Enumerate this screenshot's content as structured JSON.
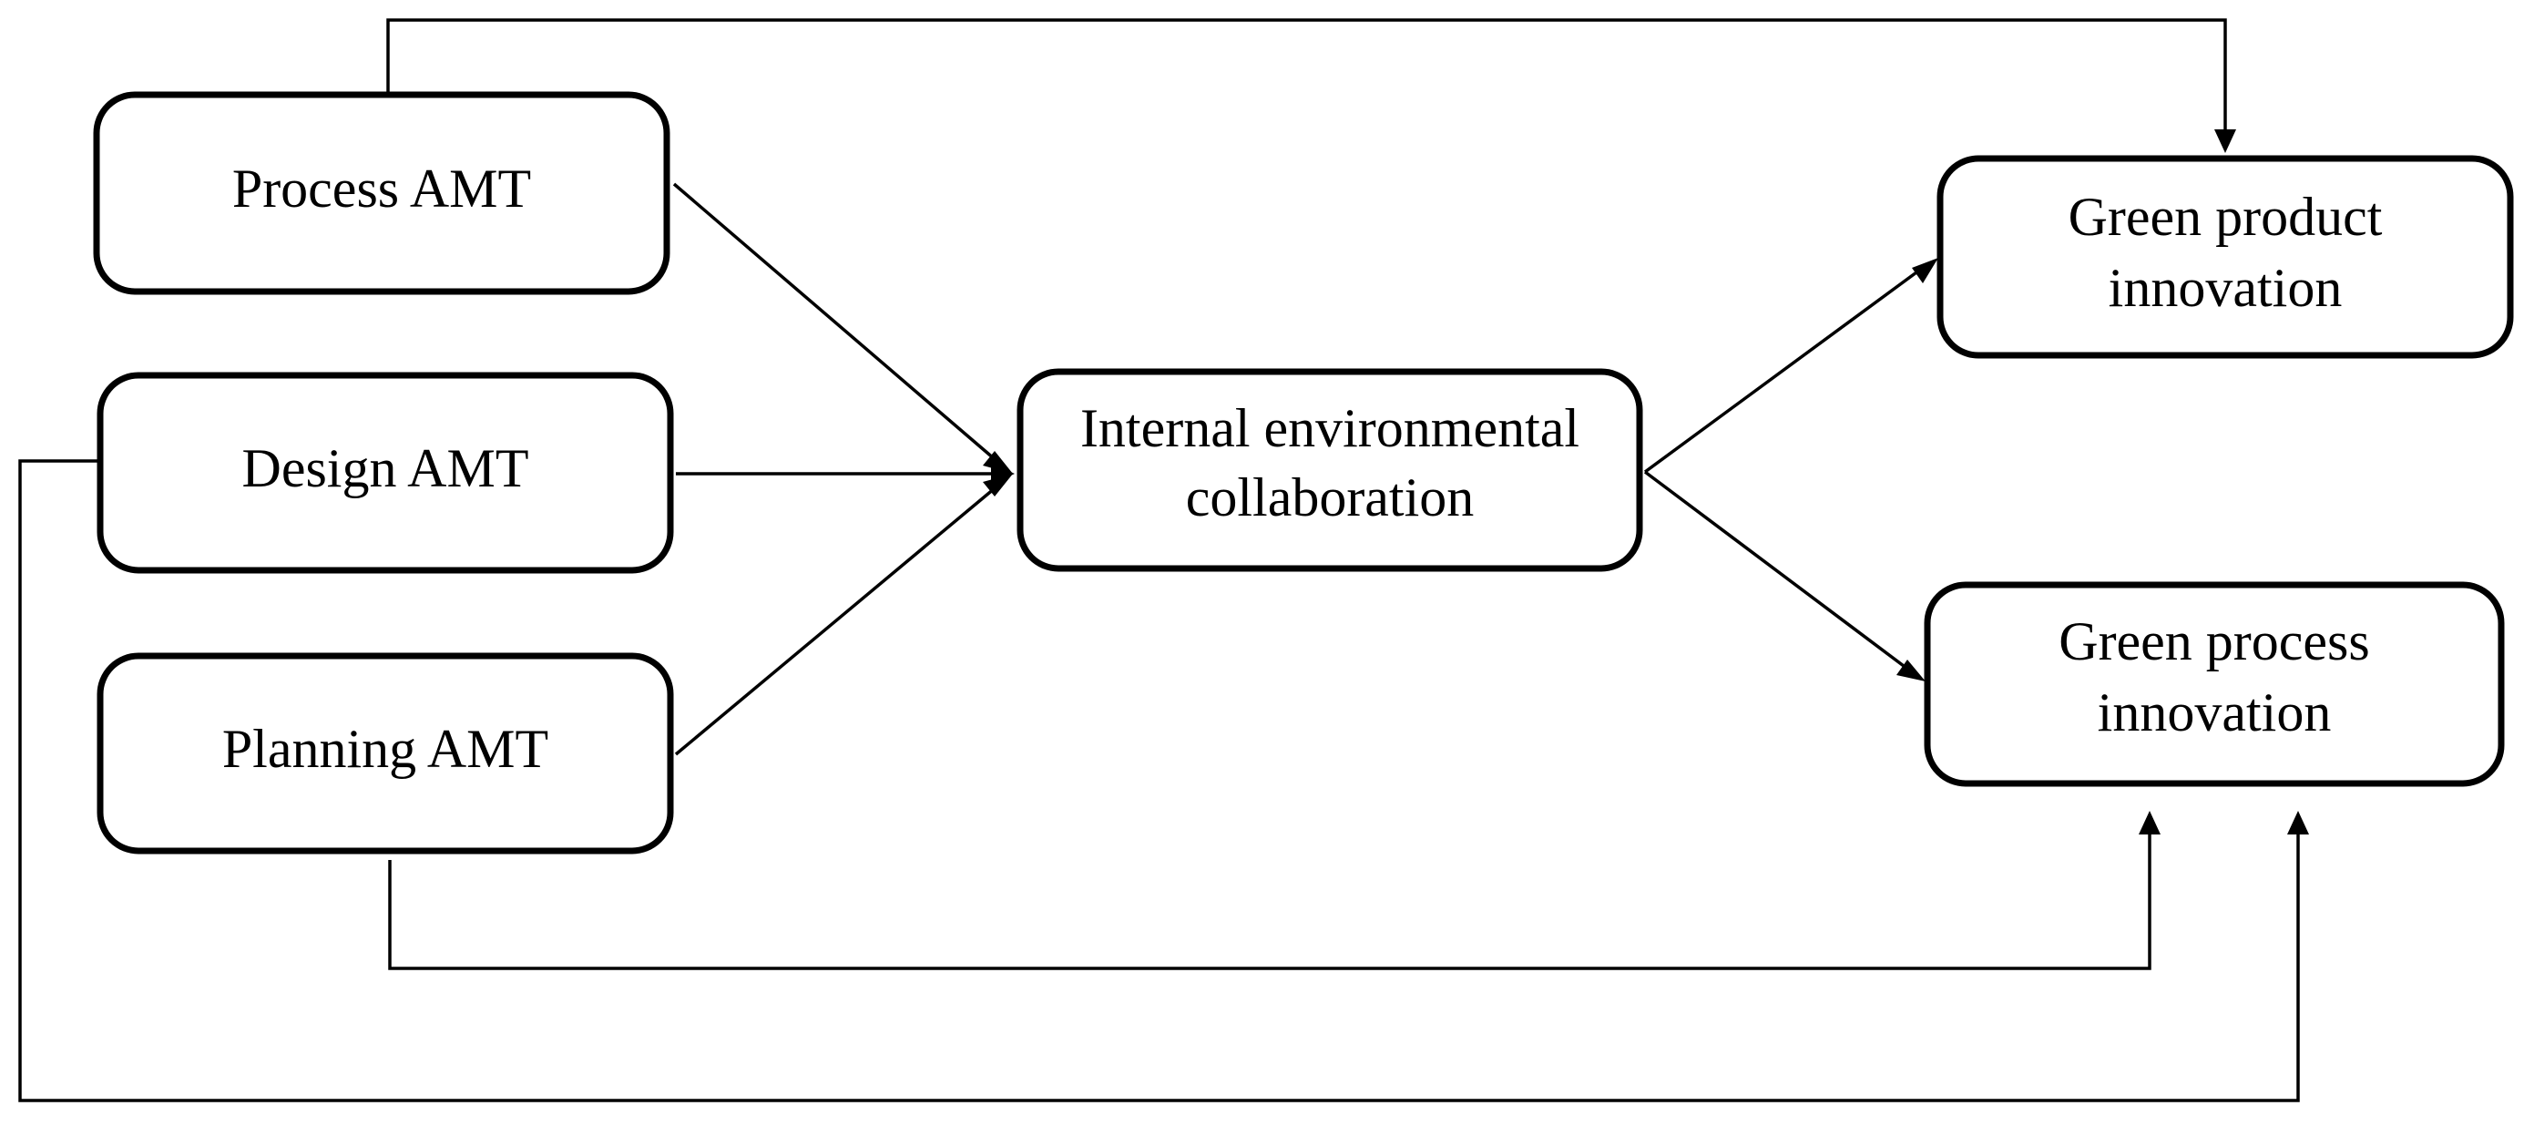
{
  "diagram": {
    "nodes": {
      "process_amt": {
        "lines": [
          "Process AMT"
        ]
      },
      "design_amt": {
        "lines": [
          "Design AMT"
        ]
      },
      "planning_amt": {
        "lines": [
          "Planning AMT"
        ]
      },
      "internal_env_collab": {
        "lines": [
          "Internal environmental",
          "collaboration"
        ]
      },
      "green_product": {
        "lines": [
          "Green product",
          "innovation"
        ]
      },
      "green_process": {
        "lines": [
          "Green process",
          "innovation"
        ]
      }
    },
    "edges": [
      {
        "from": "process_amt",
        "to": "internal_env_collab"
      },
      {
        "from": "design_amt",
        "to": "internal_env_collab"
      },
      {
        "from": "planning_amt",
        "to": "internal_env_collab"
      },
      {
        "from": "internal_env_collab",
        "to": "green_product"
      },
      {
        "from": "internal_env_collab",
        "to": "green_process"
      },
      {
        "from": "process_amt",
        "to": "green_product"
      },
      {
        "from": "planning_amt",
        "to": "green_process"
      },
      {
        "from": "design_amt",
        "to": "green_process"
      }
    ],
    "colors": {
      "stroke": "#000000",
      "fill": "#ffffff",
      "text": "#000000"
    }
  }
}
